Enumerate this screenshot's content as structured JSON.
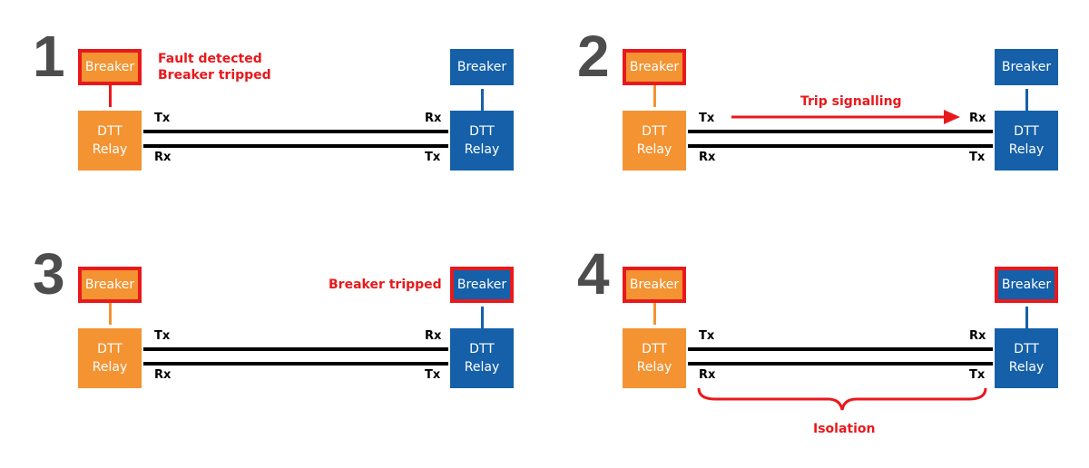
{
  "colors": {
    "local": "#f39332",
    "remote": "#1560a8",
    "highlight": "#e8191c",
    "step_number": "#4d4d4d",
    "line": "#000000"
  },
  "labels": {
    "breaker": "Breaker",
    "relay": "DTT\nRelay",
    "tx": "Tx",
    "rx": "Rx"
  },
  "panels": [
    {
      "step": "1",
      "annotation_lines": [
        "Fault detected",
        "Breaker tripped"
      ],
      "local_breaker_tripped": true,
      "remote_breaker_tripped": false
    },
    {
      "step": "2",
      "signal_label": "Trip signalling",
      "local_breaker_tripped": true,
      "remote_breaker_tripped": false
    },
    {
      "step": "3",
      "remote_annotation": "Breaker tripped",
      "local_breaker_tripped": true,
      "remote_breaker_tripped": true
    },
    {
      "step": "4",
      "isolation_label": "Isolation",
      "local_breaker_tripped": true,
      "remote_breaker_tripped": true
    }
  ]
}
